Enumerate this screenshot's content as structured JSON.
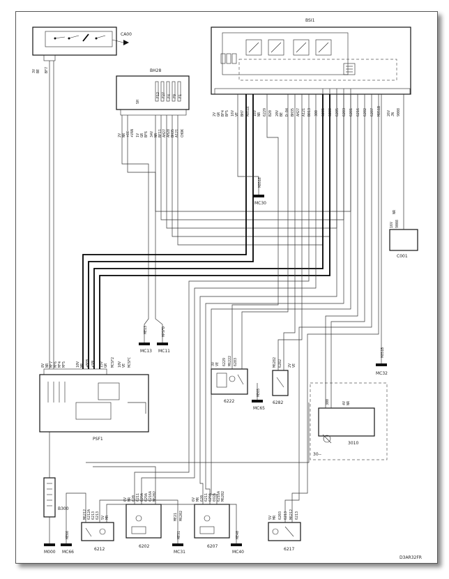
{
  "components": {
    "ca00": "CA00",
    "bsi1": "BSI1",
    "bh28": "BH28",
    "psf1": "PSF1",
    "b300": "B300",
    "c001": "C001",
    "c6222": "6222",
    "c6282": "6282",
    "c3010": "3010",
    "c3010_sub": "30--",
    "c6212": "6212",
    "c6202": "6202",
    "c6207": "6207",
    "c6217": "6217"
  },
  "grounds": {
    "mc30": "MC30",
    "mc13": "MC13",
    "mc11": "MC11",
    "mc32": "MC32",
    "mc65": "MC65",
    "mc31": "MC31",
    "mc40": "MC40",
    "mc66": "MC66",
    "m000": "M000",
    "m851e": "M851E",
    "me13": "ME13",
    "mpsfd": "MPSFD",
    "m851b": "M851B",
    "me65": "ME65",
    "me31": "ME31",
    "me40": "ME40",
    "me66": "ME66"
  },
  "connectors": {
    "ca00": [
      "3V",
      "BE",
      "BF7"
    ],
    "bsi1": [
      "2V",
      "GR",
      "BF4",
      "BF5",
      "16V",
      "VE",
      "BH7",
      "M851E",
      "16V",
      "NR",
      "6229",
      "B20",
      "20V",
      "BE",
      "D-04",
      "BH35",
      "AH27",
      "A121",
      "B013",
      "300",
      "6205",
      "6280",
      "6285",
      "6283",
      "6281",
      "6216",
      "6282",
      "6287",
      "M851B",
      "26V",
      "JN",
      "9008"
    ],
    "bh28": [
      "2V",
      "NR",
      "+CC",
      "+VAN",
      "1V",
      "GR",
      "BF6",
      "34V",
      "NR",
      "BF11",
      "AH27",
      "AH28",
      "BH35",
      "A121",
      "CHOK",
      "F12",
      "F27",
      "F4",
      "F9",
      "F1",
      "SH"
    ],
    "psf1": [
      "8V",
      "NR",
      "MF7",
      "MF6",
      "MF4",
      "MF5",
      "10V",
      "NR",
      "+BFB",
      "+SBL",
      "15V",
      "GR",
      "MCSF2",
      "10V",
      "VE",
      "MCSFC"
    ],
    "c001": [
      "16V",
      "NR",
      "9008"
    ],
    "c6222": [
      "3V",
      "VE",
      "6229",
      "M6222",
      "6283"
    ],
    "c6282": [
      "2V",
      "VE",
      "M6282",
      "6282"
    ],
    "c3010": [
      "300",
      "4V",
      "NR"
    ],
    "c6212": [
      "M6212",
      "6212A",
      "6213",
      "6213",
      "5V",
      "MR"
    ],
    "c6202": [
      "6V",
      "MR",
      "620",
      "6211",
      "629A",
      "629A",
      "6216A",
      "M6202"
    ],
    "c6207": [
      "6V",
      "MR",
      "620",
      "6211",
      "629A",
      "692A",
      "6216A",
      "M6202",
      "ME21",
      "M6202"
    ],
    "c6217": [
      "5V",
      "MR",
      "6203",
      "6213",
      "M6212",
      "6213"
    ]
  },
  "watermark": "D3AR32FR"
}
